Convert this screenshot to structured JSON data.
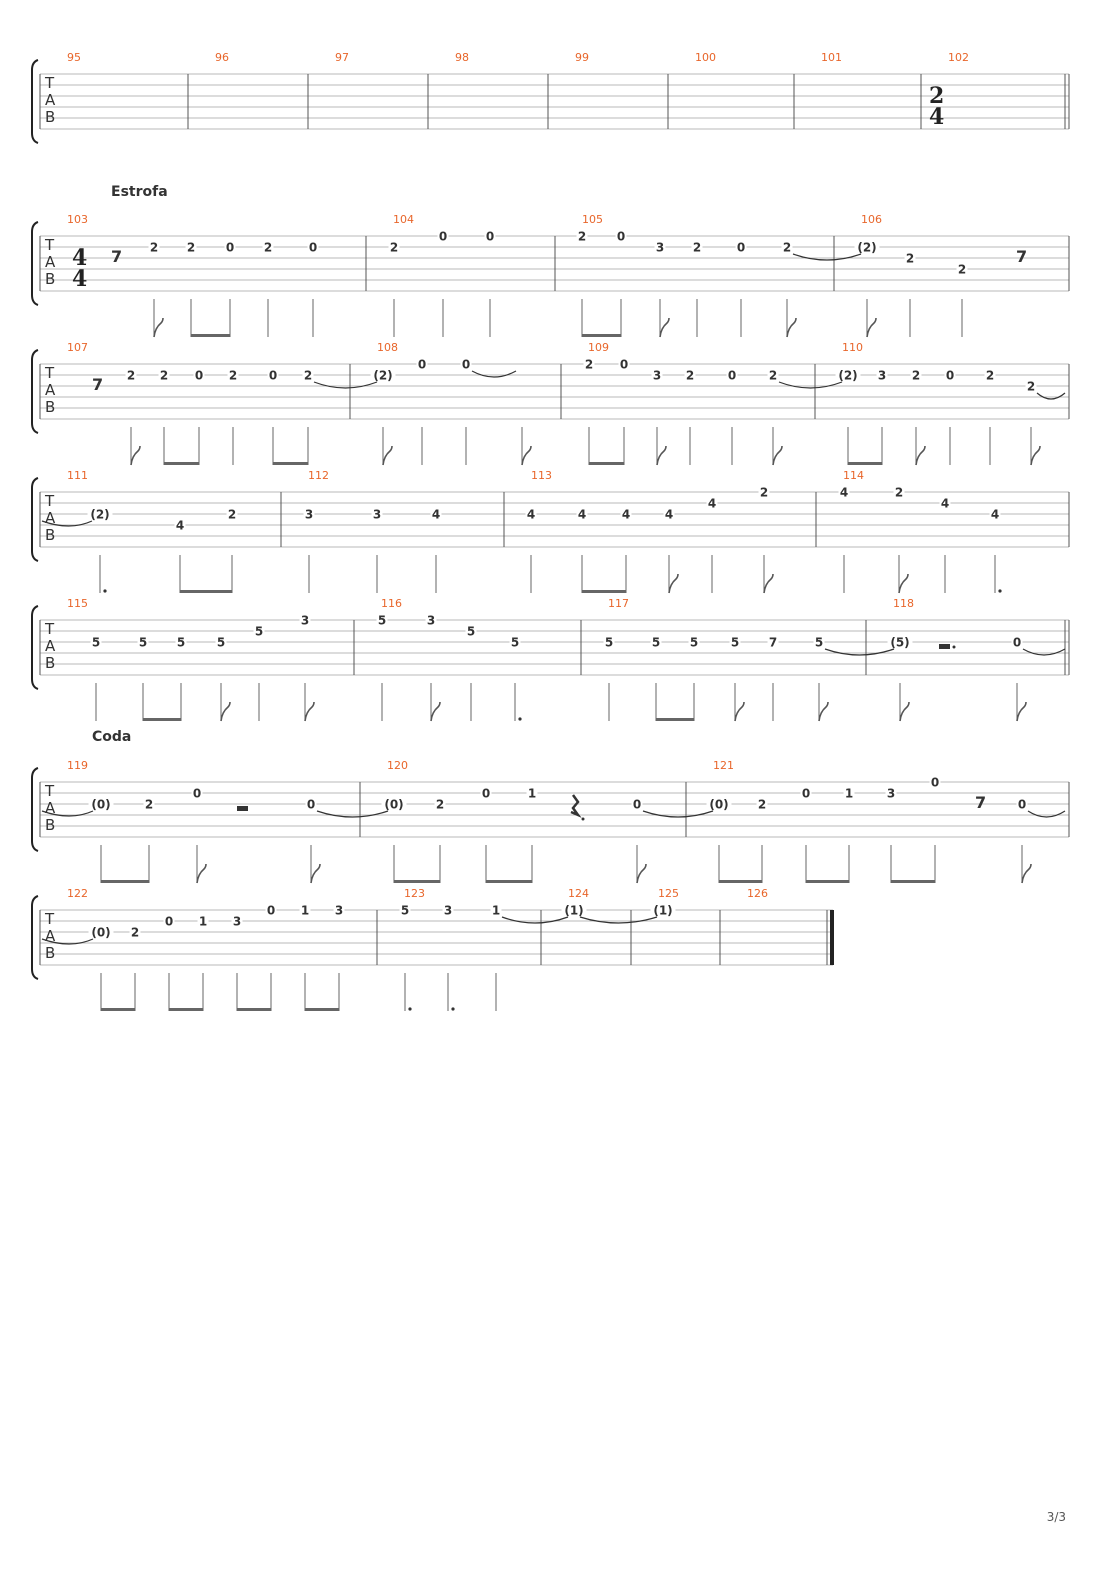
{
  "tab_clef": [
    "T",
    "A",
    "B"
  ],
  "page_number": "3/3",
  "systems": [
    {
      "measures": [
        {
          "number": "95",
          "notes": []
        },
        {
          "number": "96",
          "notes": []
        },
        {
          "number": "97",
          "notes": []
        },
        {
          "number": "98",
          "notes": []
        },
        {
          "number": "99",
          "notes": []
        },
        {
          "number": "100",
          "notes": []
        },
        {
          "number": "101",
          "notes": []
        },
        {
          "number": "102",
          "time_signature": [
            "2",
            "4"
          ],
          "notes": []
        }
      ],
      "end_barline": "double"
    },
    {
      "section": "Estrofa",
      "time_signature": [
        "4",
        "4"
      ],
      "measures": [
        {
          "number": "103",
          "notes": [
            {
              "rest": "eighth"
            },
            {
              "fret": "2",
              "string": 1,
              "flag": true
            },
            {
              "fret": "2",
              "string": 1,
              "beam_start": true
            },
            {
              "fret": "0",
              "string": 1,
              "beam_end": true
            },
            {
              "fret": "2",
              "string": 1
            },
            {
              "fret": "0",
              "string": 1
            }
          ]
        },
        {
          "number": "104",
          "notes": [
            {
              "fret": "2",
              "string": 1
            },
            {
              "fret": "0",
              "string": 0
            },
            {
              "fret": "0",
              "string": 0
            }
          ]
        },
        {
          "number": "105",
          "notes": [
            {
              "fret": "2",
              "string": 0,
              "beam_start": true
            },
            {
              "fret": "0",
              "string": 0,
              "beam_end": true
            },
            {
              "fret": "3",
              "string": 1,
              "flag": true
            },
            {
              "fret": "2",
              "string": 1
            },
            {
              "fret": "0",
              "string": 1
            },
            {
              "fret": "2",
              "string": 1,
              "flag": true,
              "tie": true
            }
          ]
        },
        {
          "number": "106",
          "notes": [
            {
              "fret": "(2)",
              "string": 1,
              "flag": true
            },
            {
              "fret": "2",
              "string": 2
            },
            {
              "fret": "2",
              "string": 3
            },
            {
              "rest": "eighth"
            }
          ]
        }
      ]
    },
    {
      "measures": [
        {
          "number": "107",
          "notes": [
            {
              "rest": "eighth"
            },
            {
              "fret": "2",
              "string": 1,
              "flag": true
            },
            {
              "fret": "2",
              "string": 1,
              "beam_start": true
            },
            {
              "fret": "0",
              "string": 1,
              "beam_end": true
            },
            {
              "fret": "2",
              "string": 1
            },
            {
              "fret": "0",
              "string": 1,
              "beam_start": true
            },
            {
              "fret": "2",
              "string": 1,
              "beam_end": true,
              "tie": true
            }
          ]
        },
        {
          "number": "108",
          "notes": [
            {
              "fret": "(2)",
              "string": 1,
              "flag": true
            },
            {
              "fret": "0",
              "string": 0
            },
            {
              "fret": "0",
              "string": 0,
              "tie": true
            },
            {
              "stem_only": true,
              "flag": true
            }
          ]
        },
        {
          "number": "109",
          "notes": [
            {
              "fret": "2",
              "string": 0,
              "beam_start": true
            },
            {
              "fret": "0",
              "string": 0,
              "beam_end": true
            },
            {
              "fret": "3",
              "string": 1,
              "flag": true
            },
            {
              "fret": "2",
              "string": 1
            },
            {
              "fret": "0",
              "string": 1
            },
            {
              "fret": "2",
              "string": 1,
              "flag": true,
              "tie": true
            }
          ]
        },
        {
          "number": "110",
          "notes": [
            {
              "fret": "(2)",
              "string": 1,
              "beam_start": true
            },
            {
              "fret": "3",
              "string": 1,
              "beam_end": true
            },
            {
              "fret": "2",
              "string": 1,
              "flag": true
            },
            {
              "fret": "0",
              "string": 1
            },
            {
              "fret": "2",
              "string": 1
            },
            {
              "fret": "2",
              "string": 2,
              "flag": true,
              "tie": true
            }
          ]
        }
      ]
    },
    {
      "measures": [
        {
          "number": "111",
          "notes": [
            {
              "fret": "(2)",
              "string": 2,
              "dot": true
            },
            {
              "fret": "4",
              "string": 3,
              "beam_start": true
            },
            {
              "fret": "2",
              "string": 2,
              "beam_end": true
            }
          ]
        },
        {
          "number": "112",
          "notes": [
            {
              "fret": "3",
              "string": 2
            },
            {
              "fret": "3",
              "string": 2
            },
            {
              "fret": "4",
              "string": 2
            }
          ]
        },
        {
          "number": "113",
          "notes": [
            {
              "fret": "4",
              "string": 2
            },
            {
              "fret": "4",
              "string": 2,
              "beam_start": true
            },
            {
              "fret": "4",
              "string": 2,
              "beam_end": true
            },
            {
              "fret": "4",
              "string": 2,
              "flag": true
            },
            {
              "fret": "4",
              "string": 1
            },
            {
              "fret": "2",
              "string": 0,
              "flag": true
            }
          ]
        },
        {
          "number": "114",
          "notes": [
            {
              "fret": "4",
              "string": 0
            },
            {
              "fret": "2",
              "string": 0,
              "flag": true
            },
            {
              "fret": "4",
              "string": 1
            },
            {
              "fret": "4",
              "string": 2,
              "dot": true
            }
          ]
        }
      ]
    },
    {
      "measures": [
        {
          "number": "115",
          "notes": [
            {
              "fret": "5",
              "string": 2
            },
            {
              "fret": "5",
              "string": 2,
              "beam_start": true
            },
            {
              "fret": "5",
              "string": 2,
              "beam_end": true
            },
            {
              "fret": "5",
              "string": 2,
              "flag": true
            },
            {
              "fret": "5",
              "string": 1
            },
            {
              "fret": "3",
              "string": 0,
              "flag": true
            }
          ]
        },
        {
          "number": "116",
          "notes": [
            {
              "fret": "5",
              "string": 0
            },
            {
              "fret": "3",
              "string": 0,
              "flag": true
            },
            {
              "fret": "5",
              "string": 1
            },
            {
              "fret": "5",
              "string": 2,
              "dot": true
            }
          ]
        },
        {
          "number": "117",
          "notes": [
            {
              "fret": "5",
              "string": 2
            },
            {
              "fret": "5",
              "string": 2,
              "beam_start": true
            },
            {
              "fret": "5",
              "string": 2,
              "beam_end": true
            },
            {
              "fret": "5",
              "string": 2,
              "flag": true
            },
            {
              "fret": "7",
              "string": 2
            },
            {
              "fret": "5",
              "string": 2,
              "flag": true,
              "tie": true
            }
          ]
        },
        {
          "number": "118",
          "notes": [
            {
              "fret": "(5)",
              "string": 2,
              "flag": true
            },
            {
              "rest": "half-dotted"
            },
            {
              "fret": "0",
              "string": 2,
              "flag": true,
              "tie": true
            }
          ]
        }
      ],
      "end_barline": "double"
    },
    {
      "section": "Coda",
      "measures": [
        {
          "number": "119",
          "notes": [
            {
              "fret": "(0)",
              "string": 2,
              "beam_start": true
            },
            {
              "fret": "2",
              "string": 2,
              "beam_end": true
            },
            {
              "fret": "0",
              "string": 1,
              "flag": true
            },
            {
              "rest": "half"
            },
            {
              "fret": "0",
              "string": 2,
              "flag": true,
              "tie": true
            }
          ]
        },
        {
          "number": "120",
          "notes": [
            {
              "fret": "(0)",
              "string": 2,
              "beam_start": true
            },
            {
              "fret": "2",
              "string": 2,
              "beam_end": true
            },
            {
              "fret": "0",
              "string": 1,
              "beam_start": true
            },
            {
              "fret": "1",
              "string": 1,
              "beam_end": true
            },
            {
              "rest": "quarter-dotted"
            },
            {
              "fret": "0",
              "string": 2,
              "flag": true,
              "tie": true
            }
          ]
        },
        {
          "number": "121",
          "notes": [
            {
              "fret": "(0)",
              "string": 2,
              "beam_start": true
            },
            {
              "fret": "2",
              "string": 2,
              "beam_end": true
            },
            {
              "fret": "0",
              "string": 1,
              "beam_start": true
            },
            {
              "fret": "1",
              "string": 1,
              "beam_end": true
            },
            {
              "fret": "3",
              "string": 1,
              "beam_start": true
            },
            {
              "fret": "0",
              "string": 0,
              "beam_end": true
            },
            {
              "rest": "eighth"
            },
            {
              "fret": "0",
              "string": 2,
              "flag": true,
              "tie": true
            }
          ]
        }
      ]
    },
    {
      "measures": [
        {
          "number": "122",
          "notes": [
            {
              "fret": "(0)",
              "string": 2,
              "beam_start": true
            },
            {
              "fret": "2",
              "string": 2,
              "beam_end": true
            },
            {
              "fret": "0",
              "string": 1,
              "beam_start": true
            },
            {
              "fret": "1",
              "string": 1,
              "beam_end": true
            },
            {
              "fret": "3",
              "string": 1,
              "beam_start": true
            },
            {
              "fret": "0",
              "string": 0,
              "beam_end": true
            },
            {
              "fret": "1",
              "string": 0,
              "beam_start": true
            },
            {
              "fret": "3",
              "string": 0,
              "beam_end": true
            }
          ]
        },
        {
          "number": "123",
          "notes": [
            {
              "fret": "5",
              "string": 0,
              "dot": true
            },
            {
              "fret": "3",
              "string": 0,
              "dot": true
            },
            {
              "fret": "1",
              "string": 0,
              "tie": true
            }
          ]
        },
        {
          "number": "124",
          "notes": [
            {
              "fret": "(1)",
              "string": 0,
              "tie": true,
              "no_stem": true
            }
          ]
        },
        {
          "number": "125",
          "notes": [
            {
              "fret": "(1)",
              "string": 0,
              "no_stem": true
            }
          ]
        },
        {
          "number": "126",
          "notes": []
        }
      ],
      "end_barline": "final"
    }
  ]
}
